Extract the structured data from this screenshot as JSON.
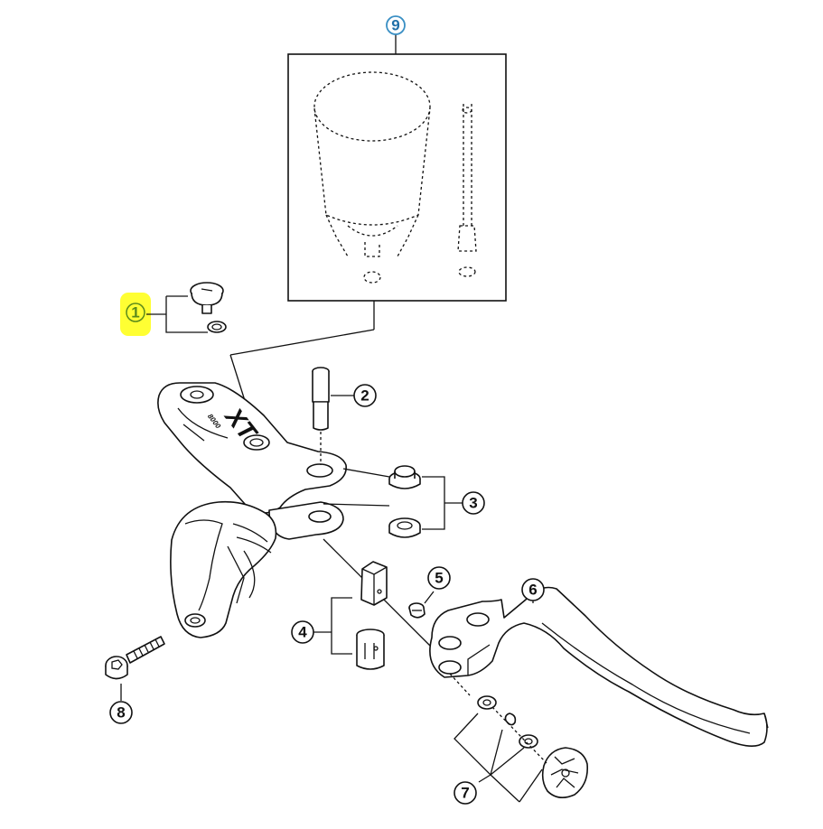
{
  "callouts": {
    "c1": "1",
    "c2": "2",
    "c3": "3",
    "c4": "4",
    "c5": "5",
    "c6": "6",
    "c7": "7",
    "c8": "8",
    "c9": "9"
  },
  "lever_body": {
    "logo_text": "XT",
    "model_text": "8000"
  },
  "colors": {
    "highlight": "#ffff33",
    "callout_9_text": "#1f6fa8",
    "callout_9_ring": "#3a8fc4",
    "line": "#111111"
  }
}
